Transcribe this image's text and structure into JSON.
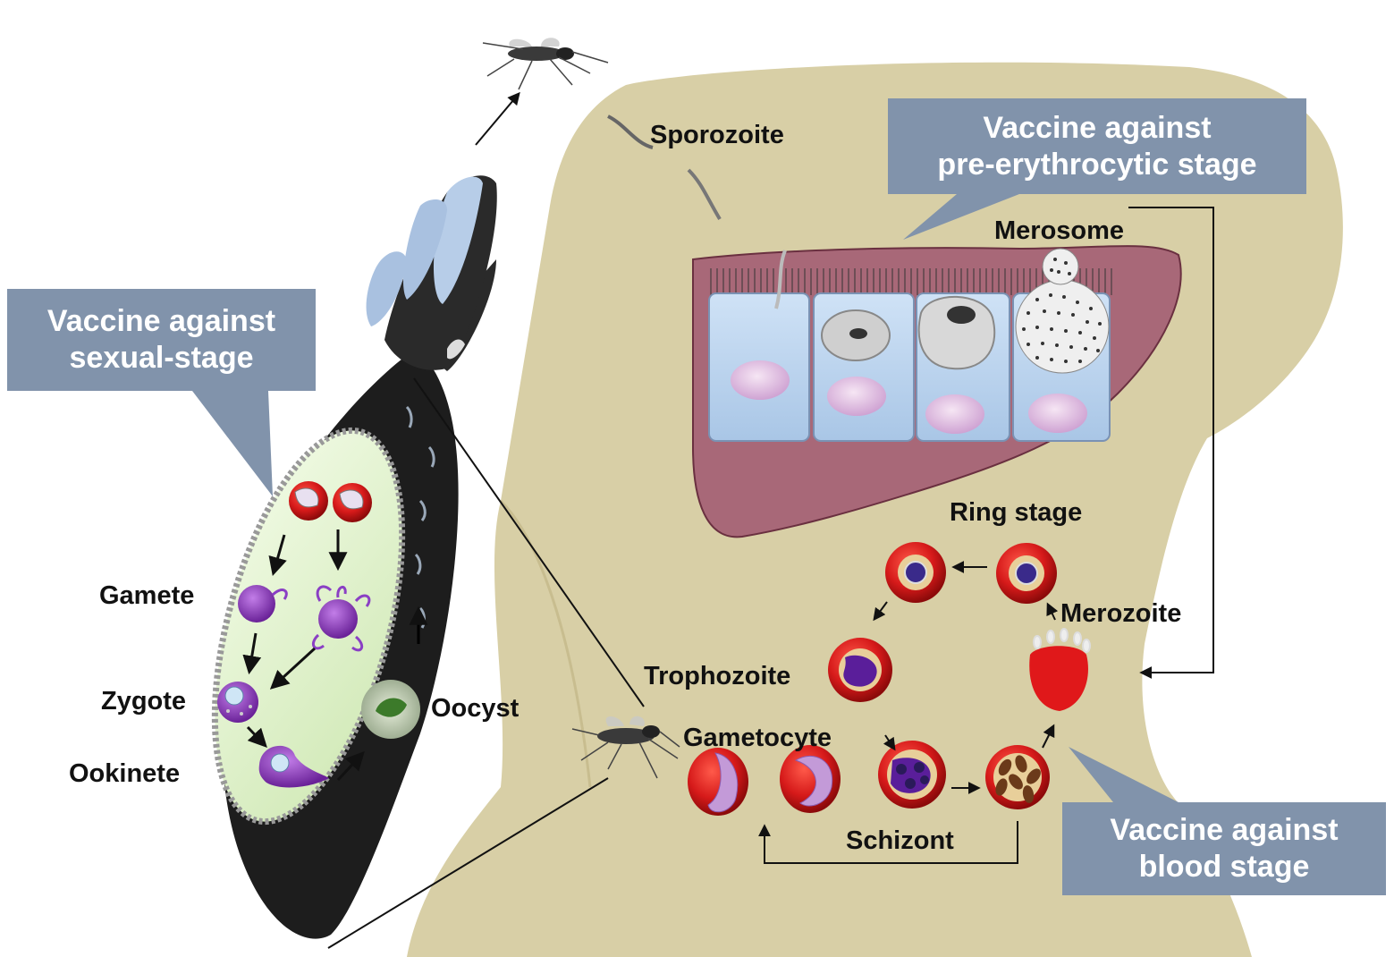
{
  "callouts": {
    "pre_erythrocytic": {
      "line1": "Vaccine against",
      "line2": "pre-erythrocytic stage"
    },
    "sexual": {
      "line1": "Vaccine against",
      "line2": "sexual-stage"
    },
    "blood": {
      "line1": "Vaccine against",
      "line2": "blood stage"
    }
  },
  "labels": {
    "sporozoite": "Sporozoite",
    "merosome": "Merosome",
    "ring_stage": "Ring stage",
    "merozoite": "Merozoite",
    "trophozoite": "Trophozoite",
    "gametocyte": "Gametocyte",
    "schizont": "Schizont",
    "gamete": "Gamete",
    "zygote": "Zygote",
    "ookinete": "Ookinete",
    "oocyst": "Oocyst"
  },
  "colors": {
    "body": "#d8cfa6",
    "liver": "#a86878",
    "hepatocyte": "#b9d4ee",
    "callout": "#8193ab",
    "rbc": "#d61a1a",
    "parasite": "#8a3fc4",
    "midgut": "#e3f3cf",
    "mosquito_body": "#1d1d1d"
  }
}
